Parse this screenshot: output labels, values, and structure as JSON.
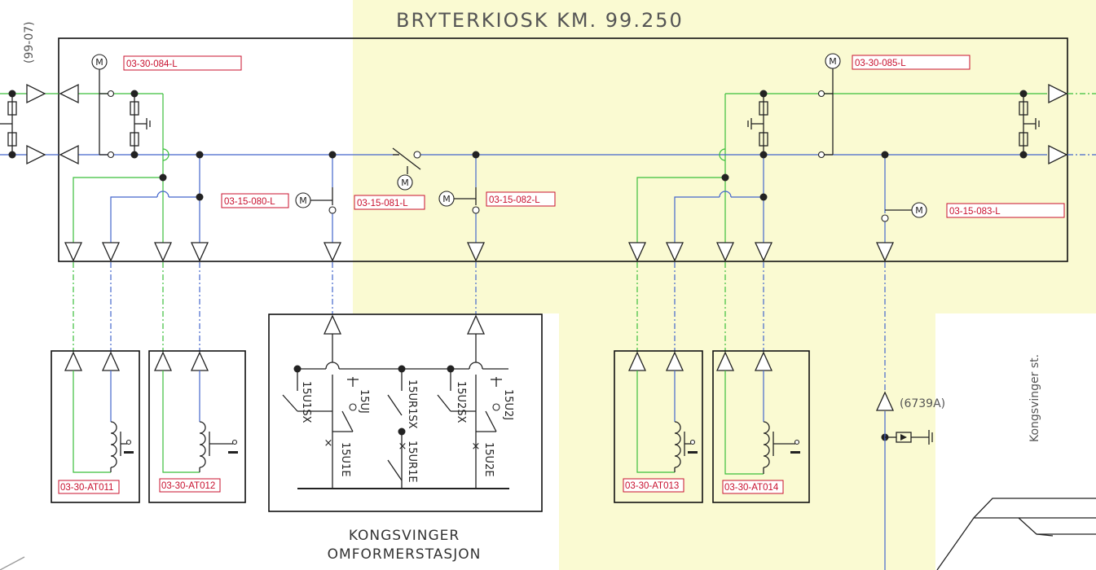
{
  "title": "BRYTERKIOSK  KM.  99.250",
  "revision": "(99-07)",
  "switches": {
    "d084": "03-30-084-L",
    "d085": "03-30-085-L",
    "d080": "03-15-080-L",
    "d081": "03-15-081-L",
    "d082": "03-15-082-L",
    "d083": "03-15-083-L"
  },
  "transformers": {
    "at011": "03-30-AT011",
    "at012": "03-30-AT012",
    "at013": "03-30-AT013",
    "at014": "03-30-AT014"
  },
  "substation": {
    "name_line1": "KONGSVINGER",
    "name_line2": "OMFORMERSTASJON",
    "codes": [
      "15U1SX",
      "15UJ",
      "15U1E",
      "15UR1SX",
      "15UR1E",
      "15U2SX",
      "15U2J",
      "15U2E"
    ]
  },
  "feeder": "(6739A)",
  "station": "Kongsvinger  st.",
  "motor_symbol": "M",
  "colors": {
    "highlight": "#fafad2",
    "label_red": "#c8102e",
    "line_green": "#3bbf3b",
    "line_blue": "#4466cc"
  }
}
